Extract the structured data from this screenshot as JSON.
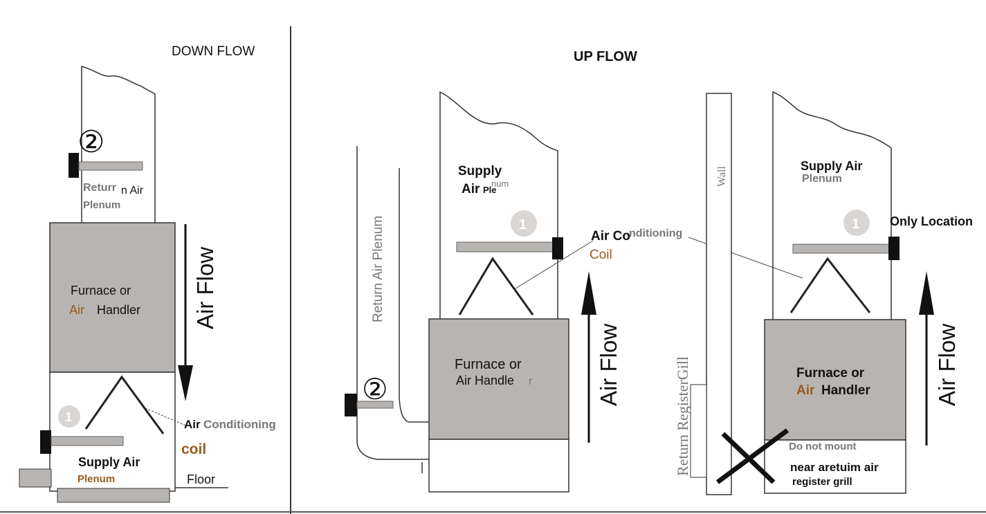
{
  "titles": {
    "down_flow": "DOWN FLOW",
    "up_flow": "UP FLOW"
  },
  "markers": {
    "one": "1",
    "two": "②"
  },
  "down_flow": {
    "return_part1": "Returr",
    "return_part2": "n Air",
    "return_part3": "Plenum",
    "furnace_line1": "Furnace   or",
    "furnace_air": "Air",
    "furnace_handler": "Handler",
    "air_flow": "Air Flow",
    "ac_air": "Air",
    "ac_conditioning": "Conditioning",
    "coil": "coil",
    "supply_air": "Supply Air",
    "plenum": "Plenum",
    "floor": "Floor"
  },
  "up_flow_left": {
    "return_plenum": "Return Air Plenum",
    "supply_line1": "Supply",
    "supply_air": "Air",
    "supply_ple": "Ple",
    "supply_num": "num",
    "ac_air_co": "Air Co",
    "ac_nditioning": "nditioning",
    "ac_coil": "Coil",
    "furnace_line1": "Furnace or",
    "furnace_line2": "Air  Handle",
    "furnace_r": "r",
    "air_flow": "Air Flow"
  },
  "up_flow_right": {
    "wall": "Wall",
    "return_register": "Return RegisterGill",
    "supply_line1": "Supply Air",
    "supply_line2": "Plenum",
    "only_location": "Only Location",
    "furnace_line1": "Furnace or",
    "furnace_air": "Air",
    "furnace_handler": "Handler",
    "air_flow": "Air Flow",
    "do_not_mount": "Do not mount",
    "near_line": "near aretuim air",
    "register_grill": "register grill"
  },
  "colors": {
    "unit_fill": "#b8b4b1",
    "accent_brown": "#9a5a1e",
    "line": "#333333"
  }
}
